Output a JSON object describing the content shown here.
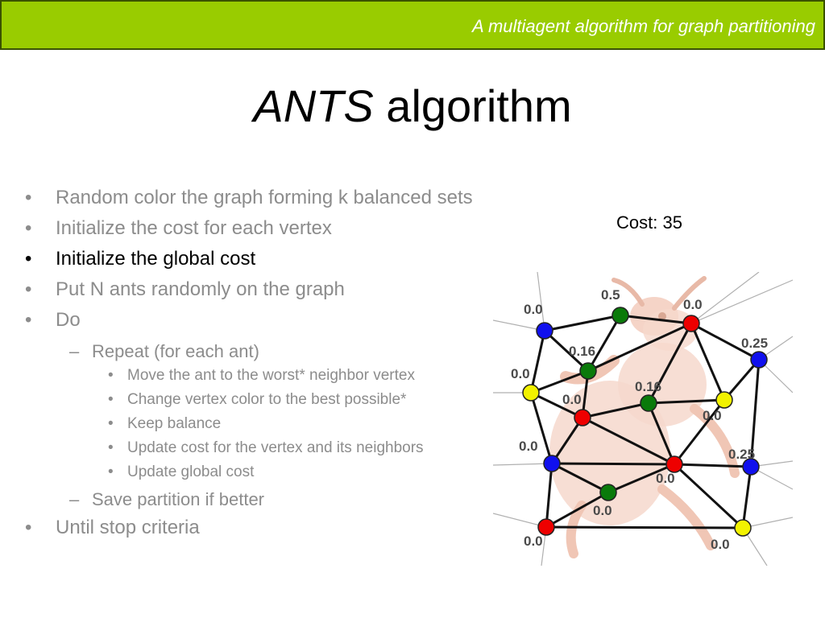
{
  "header": {
    "text": "A multiagent algorithm for graph partitioning"
  },
  "title": {
    "italic": "ANTS",
    "rest": " algorithm"
  },
  "bullets": [
    {
      "level": 1,
      "marker": "•",
      "text": "Random color the graph forming k balanced sets",
      "active": false
    },
    {
      "level": 1,
      "marker": "•",
      "text": "Initialize the cost for each vertex",
      "active": false
    },
    {
      "level": 1,
      "marker": "•",
      "text": "Initialize the global cost",
      "active": true
    },
    {
      "level": 1,
      "marker": "•",
      "text": "Put N ants randomly on the graph",
      "active": false
    },
    {
      "level": 1,
      "marker": "•",
      "text": "Do",
      "active": false
    },
    {
      "level": 2,
      "marker": "–",
      "text": "Repeat (for each ant)",
      "active": false
    },
    {
      "level": 3,
      "marker": "•",
      "text": "Move the ant to the worst* neighbor vertex",
      "active": false
    },
    {
      "level": 3,
      "marker": "•",
      "text": "Change vertex color to the best possible*",
      "active": false
    },
    {
      "level": 3,
      "marker": "•",
      "text": "Keep balance",
      "active": false
    },
    {
      "level": 3,
      "marker": "•",
      "text": "Update cost for the vertex and its neighbors",
      "active": false
    },
    {
      "level": 3,
      "marker": "•",
      "text": "Update global cost",
      "active": false
    },
    {
      "level": 2,
      "marker": "–",
      "text": "Save partition if better",
      "active": false
    },
    {
      "level": 1,
      "marker": "•",
      "text": "Until stop criteria",
      "active": false
    }
  ],
  "cost": {
    "label": "Cost: 35"
  },
  "graph": {
    "colors": {
      "blue": "#1010ee",
      "green": "#0a7a0a",
      "red": "#ee0000",
      "yellow": "#f2f200"
    },
    "vertices": [
      {
        "id": "v1",
        "color": "blue",
        "label": "0.0"
      },
      {
        "id": "v2",
        "color": "green",
        "label": "0.5"
      },
      {
        "id": "v3",
        "color": "red",
        "label": "0.0"
      },
      {
        "id": "v4",
        "color": "blue",
        "label": "0.25"
      },
      {
        "id": "v5",
        "color": "green",
        "label": "0.16"
      },
      {
        "id": "v6",
        "color": "yellow",
        "label": "0.0"
      },
      {
        "id": "v7",
        "color": "red",
        "label": "0.0"
      },
      {
        "id": "v8",
        "color": "green",
        "label": "0.16"
      },
      {
        "id": "v9",
        "color": "yellow",
        "label": "0.0"
      },
      {
        "id": "v10",
        "color": "blue",
        "label": "0.0"
      },
      {
        "id": "v11",
        "color": "red",
        "label": "0.0"
      },
      {
        "id": "v12",
        "color": "blue",
        "label": "0.25"
      },
      {
        "id": "v13",
        "color": "green",
        "label": "0.0"
      },
      {
        "id": "v14",
        "color": "red",
        "label": "0.0"
      },
      {
        "id": "v15",
        "color": "yellow",
        "label": "0.0"
      }
    ],
    "edges": [
      [
        "v1",
        "v2"
      ],
      [
        "v2",
        "v3"
      ],
      [
        "v3",
        "v4"
      ],
      [
        "v1",
        "v6"
      ],
      [
        "v1",
        "v5"
      ],
      [
        "v2",
        "v5"
      ],
      [
        "v5",
        "v6"
      ],
      [
        "v5",
        "v3"
      ],
      [
        "v5",
        "v7"
      ],
      [
        "v6",
        "v7"
      ],
      [
        "v3",
        "v8"
      ],
      [
        "v3",
        "v9"
      ],
      [
        "v4",
        "v9"
      ],
      [
        "v8",
        "v9"
      ],
      [
        "v7",
        "v8"
      ],
      [
        "v7",
        "v10"
      ],
      [
        "v6",
        "v10"
      ],
      [
        "v8",
        "v11"
      ],
      [
        "v9",
        "v11"
      ],
      [
        "v7",
        "v11"
      ],
      [
        "v10",
        "v11"
      ],
      [
        "v11",
        "v12"
      ],
      [
        "v4",
        "v12"
      ],
      [
        "v10",
        "v13"
      ],
      [
        "v13",
        "v11"
      ],
      [
        "v10",
        "v14"
      ],
      [
        "v13",
        "v14"
      ],
      [
        "v11",
        "v15"
      ],
      [
        "v12",
        "v15"
      ],
      [
        "v14",
        "v15"
      ]
    ]
  }
}
